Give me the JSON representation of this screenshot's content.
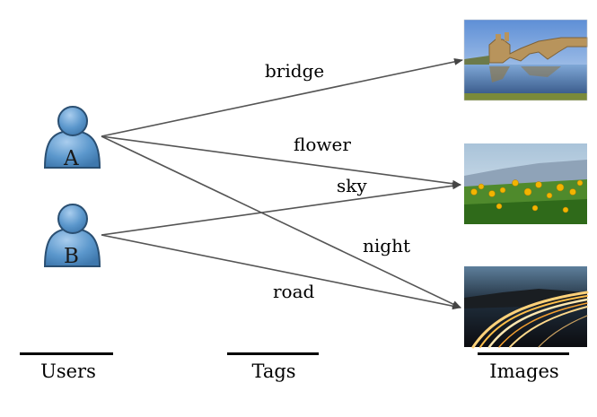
{
  "users": [
    {
      "id": "A",
      "label": "A"
    },
    {
      "id": "B",
      "label": "B"
    }
  ],
  "images": [
    {
      "id": "bridge-image",
      "subject": "bridge"
    },
    {
      "id": "flower-image",
      "subject": "flower"
    },
    {
      "id": "night-road-image",
      "subject": "night road"
    }
  ],
  "edges": [
    {
      "from": "A",
      "to": "bridge-image",
      "tag": "bridge"
    },
    {
      "from": "A",
      "to": "flower-image",
      "tag": "flower"
    },
    {
      "from": "A",
      "to": "night-road-image",
      "tag": "night"
    },
    {
      "from": "B",
      "to": "flower-image",
      "tag": "sky"
    },
    {
      "from": "B",
      "to": "night-road-image",
      "tag": "road"
    }
  ],
  "columns": {
    "users": "Users",
    "tags": "Tags",
    "images": "Images"
  },
  "colors": {
    "user_fill": "#5b97cc",
    "user_outline": "#2a4f72",
    "edge": "#555555"
  }
}
